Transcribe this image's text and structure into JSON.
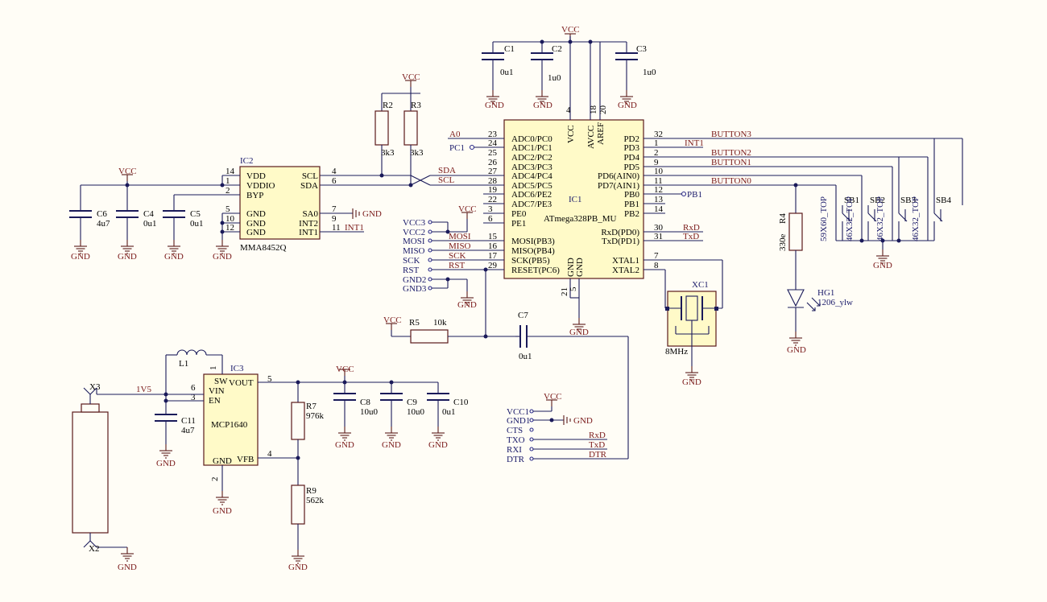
{
  "labels": {
    "vcc": "VCC",
    "gnd": "GND",
    "gnd_inline": "GND"
  },
  "ic1": {
    "ref": "IC1",
    "value": "ATmega328PB_MU",
    "left_pins": [
      {
        "num": "23",
        "name": "ADC0/PC0"
      },
      {
        "num": "24",
        "name": "ADC1/PC1"
      },
      {
        "num": "25",
        "name": "ADC2/PC2"
      },
      {
        "num": "26",
        "name": "ADC3/PC3"
      },
      {
        "num": "27",
        "name": "ADC4/PC4"
      },
      {
        "num": "28",
        "name": "ADC5/PC5"
      },
      {
        "num": "19",
        "name": "ADC6/PE2"
      },
      {
        "num": "22",
        "name": "ADC7/PE3"
      },
      {
        "num": "3",
        "name": "PE0"
      },
      {
        "num": "6",
        "name": "PE1"
      },
      {
        "num": "15",
        "name": "MOSI(PB3)"
      },
      {
        "num": "16",
        "name": "MISO(PB4)"
      },
      {
        "num": "17",
        "name": "SCK(PB5)"
      },
      {
        "num": "29",
        "name": "RESET(PC6)"
      }
    ],
    "right_pins": [
      {
        "num": "32",
        "name": "PD2"
      },
      {
        "num": "1",
        "name": "PD3"
      },
      {
        "num": "2",
        "name": "PD4"
      },
      {
        "num": "9",
        "name": "PD5"
      },
      {
        "num": "10",
        "name": "PD6(AIN0)"
      },
      {
        "num": "11",
        "name": "PD7(AIN1)"
      },
      {
        "num": "12",
        "name": "PB0"
      },
      {
        "num": "13",
        "name": "PB1"
      },
      {
        "num": "14",
        "name": "PB2"
      },
      {
        "num": "30",
        "name": "RxD(PD0)"
      },
      {
        "num": "31",
        "name": "TxD(PD1)"
      },
      {
        "num": "7",
        "name": "XTAL1"
      },
      {
        "num": "8",
        "name": "XTAL2"
      }
    ],
    "top_pins": [
      {
        "num": "4",
        "name": "VCC"
      },
      {
        "num": "18",
        "name": "AVCC"
      },
      {
        "num": "20",
        "name": "AREF"
      }
    ],
    "bottom_pins": [
      {
        "num": "21",
        "name": "GND"
      },
      {
        "num": "5",
        "name": "GND"
      }
    ]
  },
  "ic2": {
    "ref": "IC2",
    "value": "MMA8452Q",
    "left_pins": [
      {
        "num": "14",
        "name": "VDD"
      },
      {
        "num": "1",
        "name": "VDDIO"
      },
      {
        "num": "2",
        "name": "BYP"
      },
      {
        "num": "5",
        "name": "GND"
      },
      {
        "num": "10",
        "name": "GND"
      },
      {
        "num": "12",
        "name": "GND"
      }
    ],
    "right_pins": [
      {
        "num": "4",
        "name": "SCL"
      },
      {
        "num": "6",
        "name": "SDA"
      },
      {
        "num": "7",
        "name": "SA0"
      },
      {
        "num": "9",
        "name": "INT2"
      },
      {
        "num": "11",
        "name": "INT1"
      }
    ]
  },
  "ic3": {
    "ref": "IC3",
    "value": "MCP1640",
    "pins": [
      {
        "num": "1",
        "name": "SW"
      },
      {
        "num": "6",
        "name": "VIN"
      },
      {
        "num": "3",
        "name": "EN"
      },
      {
        "num": "5",
        "name": "VOUT"
      },
      {
        "num": "4",
        "name": "VFB"
      },
      {
        "num": "2",
        "name": "GND"
      }
    ]
  },
  "components": {
    "c1": {
      "ref": "C1",
      "value": "0u1"
    },
    "c2": {
      "ref": "C2",
      "value": "1u0"
    },
    "c3": {
      "ref": "C3",
      "value": "1u0"
    },
    "c4": {
      "ref": "C4",
      "value": "0u1"
    },
    "c5": {
      "ref": "C5",
      "value": "0u1"
    },
    "c6": {
      "ref": "C6",
      "value": "4u7"
    },
    "c7": {
      "ref": "C7",
      "value": "0u1"
    },
    "c8": {
      "ref": "C8",
      "value": "10u0"
    },
    "c9": {
      "ref": "C9",
      "value": "10u0"
    },
    "c10": {
      "ref": "C10",
      "value": "0u1"
    },
    "c11": {
      "ref": "C11",
      "value": "4u7"
    },
    "r2": {
      "ref": "R2",
      "value": "3k3"
    },
    "r3": {
      "ref": "R3",
      "value": "3k3"
    },
    "r4": {
      "ref": "R4",
      "value": "330e"
    },
    "r5": {
      "ref": "R5",
      "value": "10k"
    },
    "r7": {
      "ref": "R7",
      "value": "976k"
    },
    "r9": {
      "ref": "R9",
      "value": "562k"
    },
    "l1": {
      "ref": "L1"
    },
    "hg1": {
      "ref": "HG1",
      "value": "1206_ylw"
    },
    "xc1": {
      "ref": "XC1",
      "value": "8MHz"
    },
    "x2": {
      "ref": "X2"
    },
    "x3": {
      "ref": "X3"
    },
    "sb1": {
      "ref": "SB1",
      "value": "59X60_TOP"
    },
    "sb2": {
      "ref": "SB2",
      "value": "46X32_TOP"
    },
    "sb3": {
      "ref": "SB3",
      "value": "46X32_TOP"
    },
    "sb4": {
      "ref": "SB4",
      "value": "46X32_TOP"
    }
  },
  "nets": {
    "a0": "A0",
    "pc1": "PC1",
    "sda": "SDA",
    "scl": "SCL",
    "int1": "INT1",
    "pb1": "PB1",
    "button0": "BUTTON0",
    "button1": "BUTTON1",
    "button2": "BUTTON2",
    "button3": "BUTTON3",
    "rxd": "RxD",
    "txd": "TxD",
    "dtr": "DTR",
    "mosi": "MOSI",
    "miso": "MISO",
    "sck": "SCK",
    "rst": "RST",
    "v1v5": "1V5"
  },
  "isp_header": [
    "VCC3",
    "VCC2",
    "MOSI",
    "MISO",
    "SCK",
    "RST",
    "GND2",
    "GND3"
  ],
  "serial_header": [
    "VCC1",
    "GND1",
    "CTS",
    "TXO",
    "RXI",
    "DTR"
  ]
}
